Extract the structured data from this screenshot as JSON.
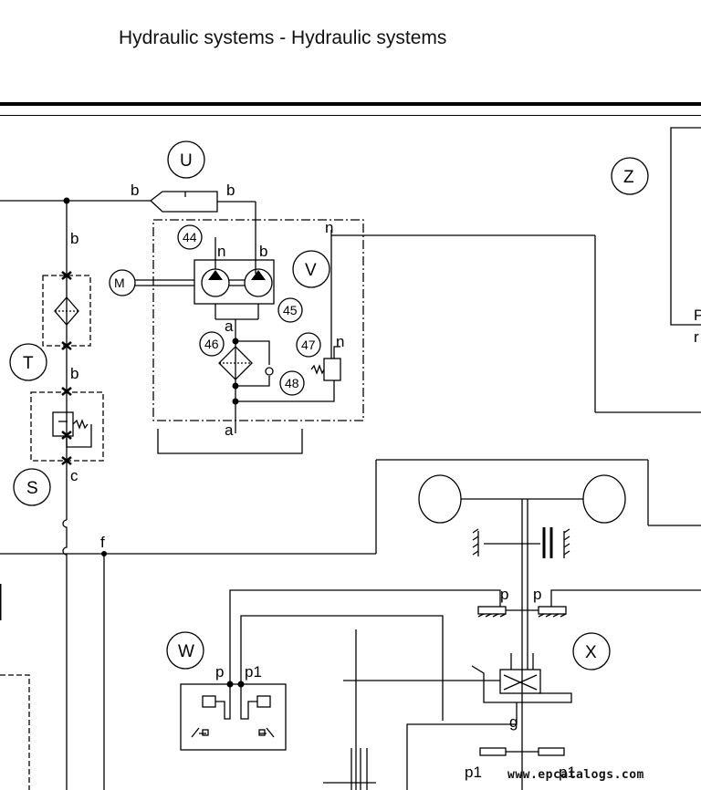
{
  "header": {
    "title": "Hydraulic systems - Hydraulic systems"
  },
  "watermark": "www.epcatalogs.com",
  "diagram": {
    "component_letters": {
      "U": "U",
      "V": "V",
      "T": "T",
      "S": "S",
      "W": "W",
      "X": "X",
      "Z": "Z",
      "M": "M"
    },
    "item_numbers": {
      "n44": "44",
      "n45": "45",
      "n46": "46",
      "n47": "47",
      "n48": "48"
    },
    "port_labels": {
      "b": "b",
      "n": "n",
      "a": "a",
      "c": "c",
      "f": "f",
      "p": "p",
      "p1": "p1",
      "g": "g",
      "P": "P",
      "r": "r"
    }
  }
}
